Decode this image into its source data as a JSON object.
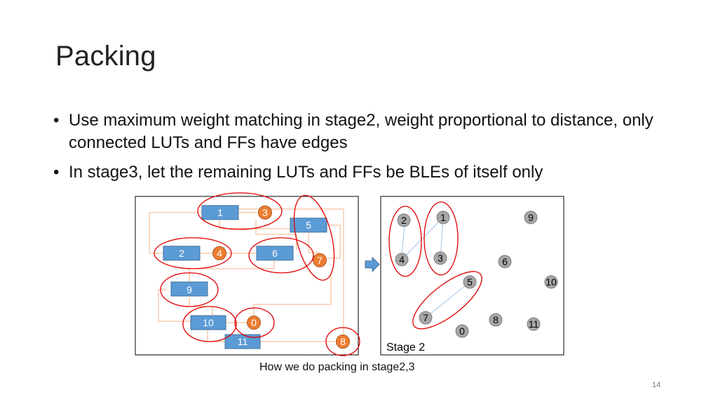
{
  "slide": {
    "title": "Packing",
    "bullets": [
      "Use maximum weight matching in stage2, weight proportional to distance, only connected LUTs and FFs have edges",
      "In stage3, let the remaining LUTs and FFs be BLEs of itself only"
    ],
    "caption": "How we do packing in stage2,3",
    "page_number": "14"
  },
  "colors": {
    "lut_fill": "#5b9bd5",
    "lut_stroke": "#41719c",
    "ff_fill": "#ed7d31",
    "ff_stroke": "#ae5a21",
    "node_gray": "#a6a6a6",
    "wire": "#f4b183",
    "edge": "#9dc3e6",
    "group_ellipse": "#e00000",
    "arrow": "#5b9bd5"
  },
  "left_panel": {
    "luts": [
      "1",
      "5",
      "2",
      "6",
      "9",
      "10",
      "11"
    ],
    "ffs": [
      "3",
      "4",
      "7",
      "0",
      "8"
    ]
  },
  "right_panel": {
    "label": "Stage 2",
    "nodes": [
      "2",
      "1",
      "9",
      "4",
      "3",
      "6",
      "5",
      "10",
      "7",
      "8",
      "0",
      "11"
    ]
  }
}
